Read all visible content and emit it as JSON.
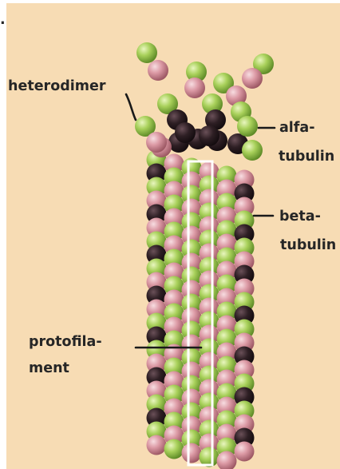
{
  "figure": {
    "colors": {
      "background": "#f7dcb4",
      "alpha_tubulin": "#9ec84e",
      "beta_tubulin": "#d99aa3",
      "beta_shadow": "#2e1f24",
      "protofilament_outline": "#ffffff"
    },
    "stray_marks": {
      "top_left": "."
    },
    "labels": {
      "heterodimer": "heterodimer",
      "alfa_line1": "alfa-",
      "alfa_line2": "tubulin",
      "beta_line1": "beta-",
      "beta_line2": "tubulin",
      "protofilament_line1": "protofila-",
      "protofilament_line2": "ment"
    }
  }
}
